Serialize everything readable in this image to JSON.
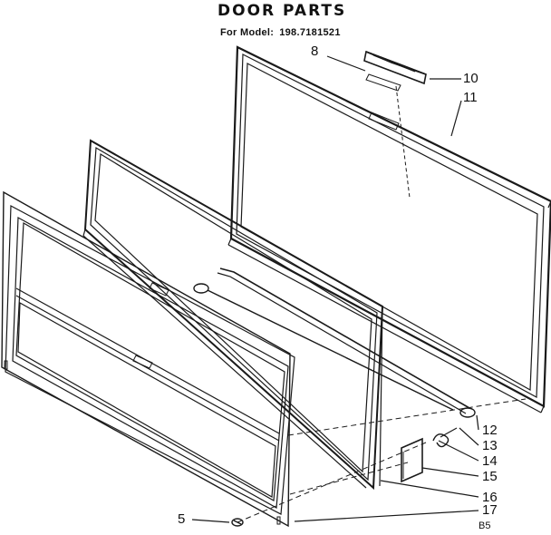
{
  "header": {
    "title": "DOOR PARTS",
    "model_label": "For Model:",
    "model_number": "198.7181521"
  },
  "callouts": [
    "8",
    "10",
    "11",
    "12",
    "13",
    "14",
    "15",
    "16",
    "17",
    "5"
  ],
  "diagram_code": "B5"
}
